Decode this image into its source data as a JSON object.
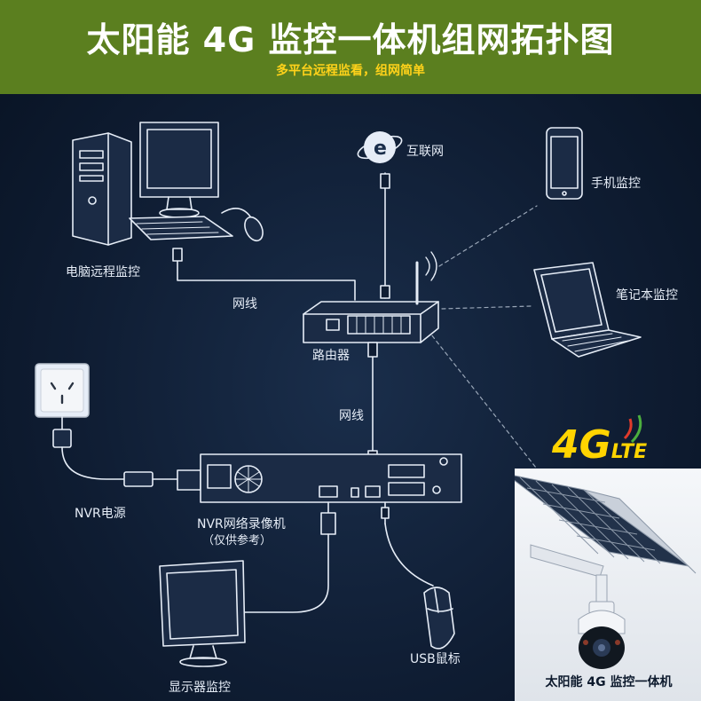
{
  "header": {
    "title": "太阳能 4G 监控一体机组网拓扑图",
    "subtitle": "多平台远程监看，组网简单"
  },
  "labels": {
    "internet": "互联网",
    "mobile": "手机监控",
    "pc": "电脑远程监控",
    "laptop": "笔记本监控",
    "cable_top": "网线",
    "router": "路由器",
    "cable_mid": "网线",
    "nvr_power": "NVR电源",
    "nvr": "NVR网络录像机",
    "nvr_note": "（仅供参考）",
    "monitor": "显示器监控",
    "usb_mouse": "USB鼠标",
    "device": "太阳能 4G 监控一体机"
  },
  "logo": {
    "main": "4G",
    "sub": "LTE"
  },
  "colors": {
    "header_bg": "#5b7f1f",
    "subtitle": "#ffd21a",
    "logo": "#ffd400",
    "line_art": "#e6edf7"
  },
  "icons": [
    "desktop-pc-icon",
    "internet-explorer-icon",
    "smartphone-icon",
    "laptop-icon",
    "router-icon",
    "power-socket-icon",
    "nvr-icon",
    "monitor-icon",
    "usb-mouse-icon",
    "solar-camera-icon"
  ]
}
